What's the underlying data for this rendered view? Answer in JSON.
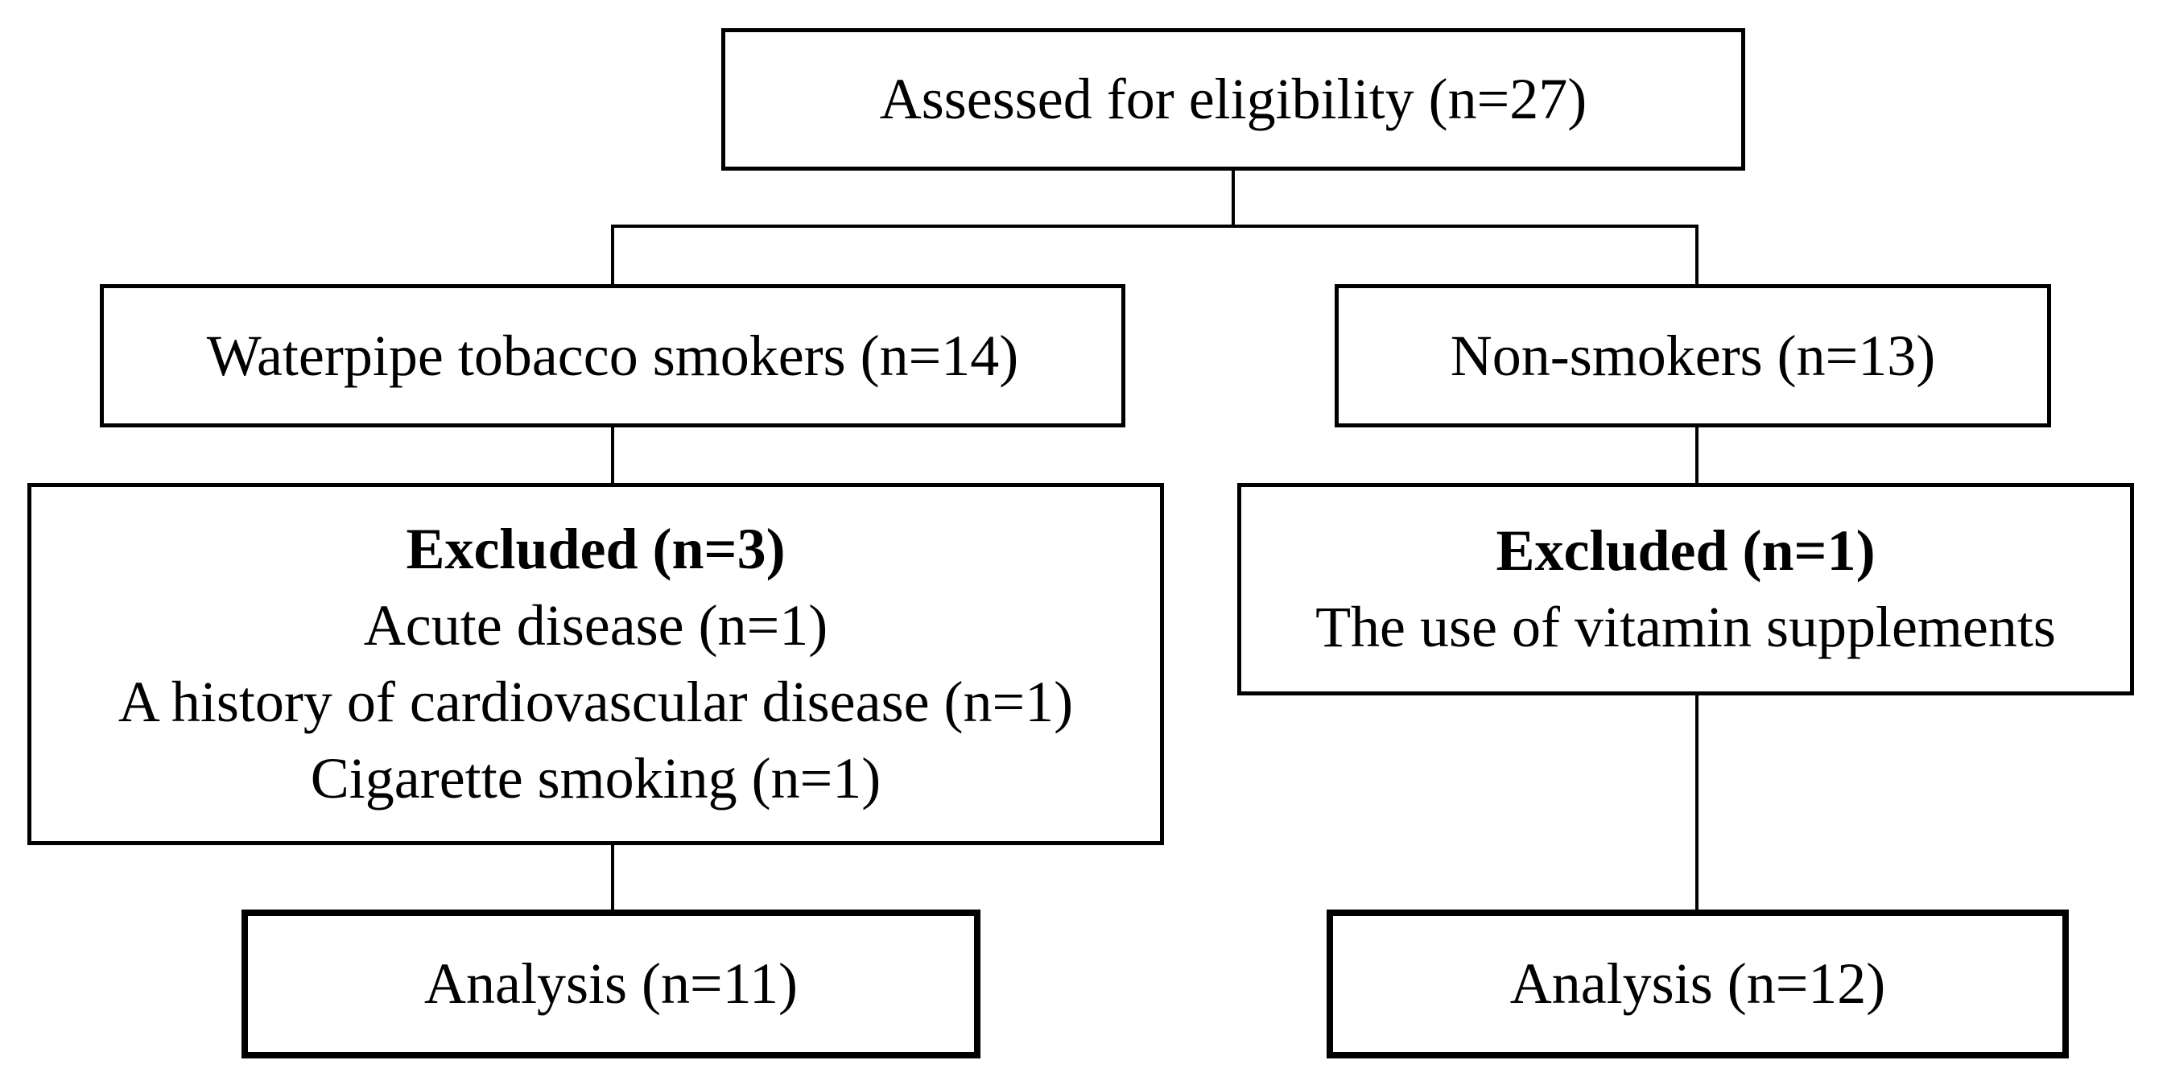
{
  "figure": {
    "type": "participant-flow-diagram",
    "background_color": "#ffffff",
    "line_color": "#000000",
    "text_color": "#000000"
  },
  "flowchart": {
    "assessed": {
      "label": "Assessed for eligibility (n=27)"
    },
    "waterpipe_smokers": {
      "label": "Waterpipe tobacco smokers (n=14)"
    },
    "non_smokers": {
      "label": "Non-smokers (n=13)"
    },
    "excluded_smokers": {
      "title": "Excluded (n=3)",
      "reasons": [
        "Acute disease (n=1)",
        "A history of cardiovascular disease (n=1)",
        "Cigarette smoking (n=1)"
      ]
    },
    "excluded_nonsmokers": {
      "title": "Excluded (n=1)",
      "reasons": [
        "The use of vitamin supplements"
      ]
    },
    "analysis_smokers": {
      "label": "Analysis (n=11)"
    },
    "analysis_nonsmokers": {
      "label": "Analysis (n=12)"
    }
  }
}
